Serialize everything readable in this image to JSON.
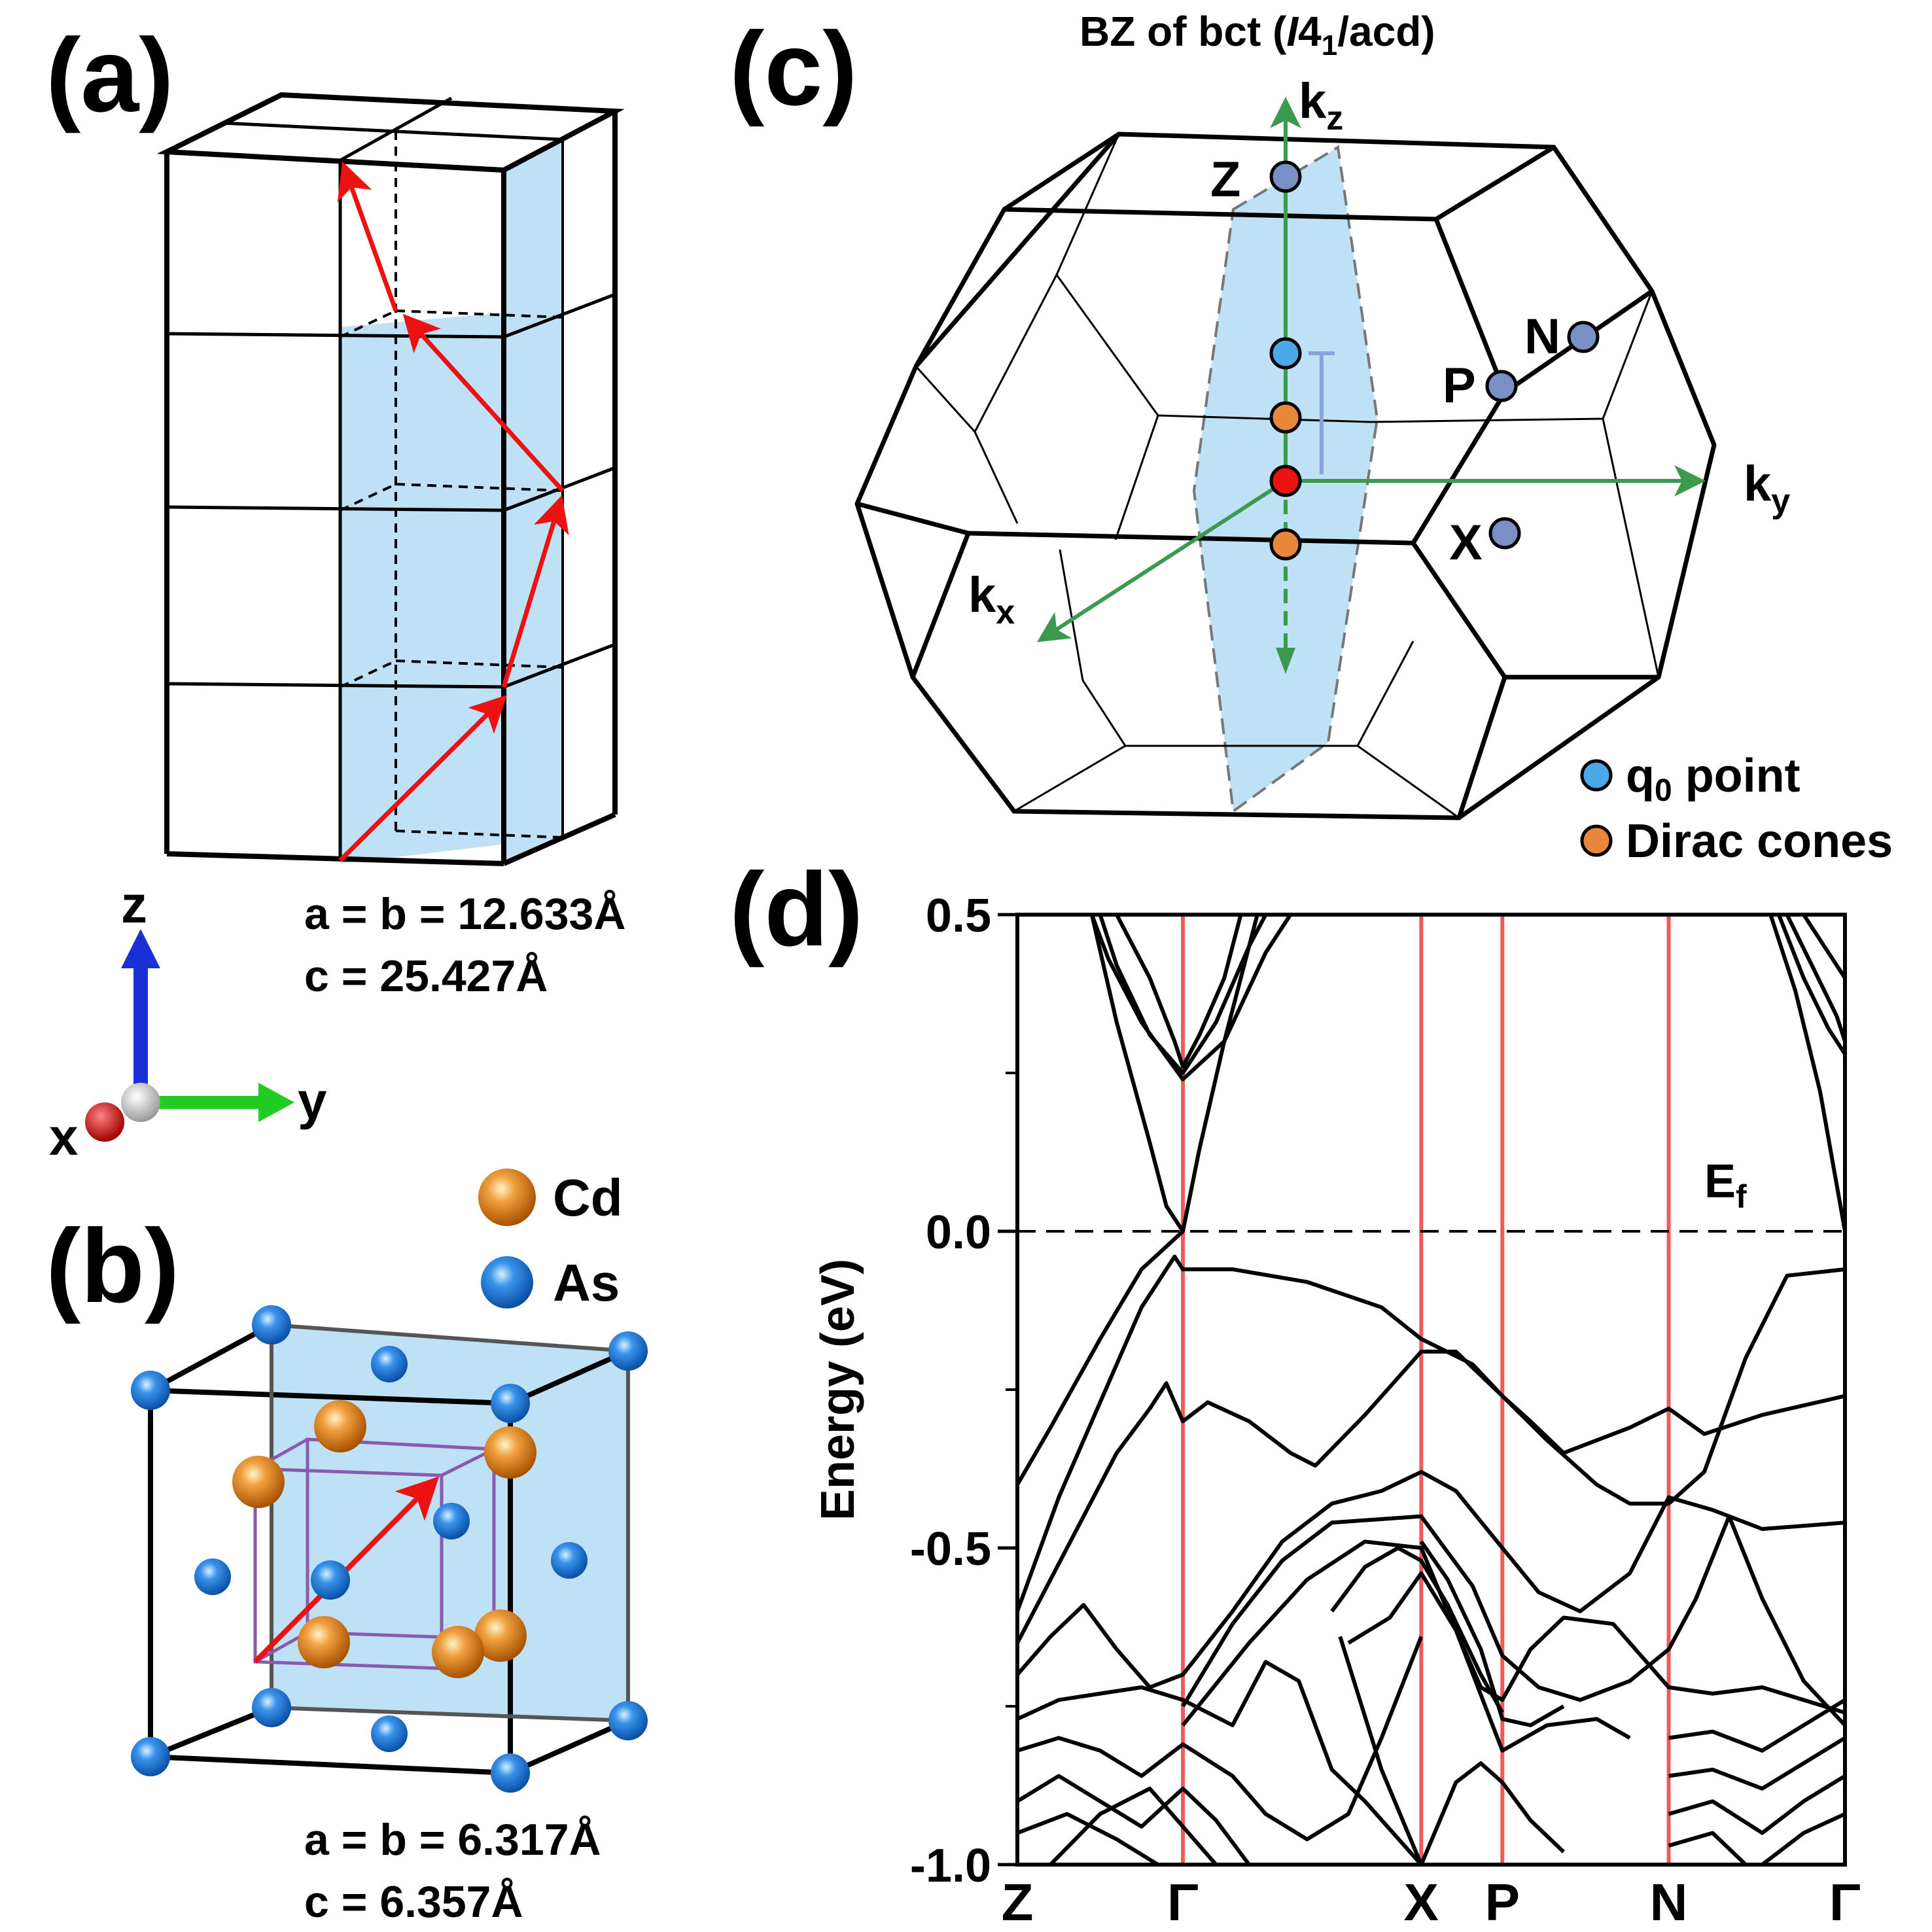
{
  "panels": {
    "a": {
      "label": "(a)",
      "params": [
        "a = b = 12.633Å",
        "c = 25.427Å"
      ],
      "axes": {
        "z": "z",
        "y": "y",
        "x": "x"
      }
    },
    "b": {
      "label": "(b)",
      "legend": [
        {
          "name": "Cd",
          "color": "#e07b10"
        },
        {
          "name": "As",
          "color": "#1a73d9"
        }
      ],
      "params": [
        "a = b = 6.317Å",
        "c = 6.357Å"
      ]
    },
    "c": {
      "label": "(c)",
      "title_pre": "BZ of bct (",
      "title_italic": "I",
      "title_mid": "4",
      "title_sub": "1",
      "title_post": "/acd)",
      "axes": {
        "kx": "k",
        "kx_sub": "x",
        "ky": "k",
        "ky_sub": "y",
        "kz": "k",
        "kz_sub": "z"
      },
      "points": {
        "Z": "Z",
        "N": "N",
        "P": "P",
        "X": "X"
      },
      "legend": [
        {
          "name_pre": "q",
          "name_sub": "0",
          "name_post": " point",
          "color": "#4aa8e8"
        },
        {
          "name_pre": "Dirac cones",
          "name_sub": "",
          "name_post": "",
          "color": "#e8873a"
        }
      ]
    },
    "d": {
      "label": "(d)",
      "ef_main": "E",
      "ef_sub": "f"
    }
  },
  "colors": {
    "highlight_plane": "#bfe1f6",
    "arrow_red": "#ee1111",
    "axis_green": "#3c9a4e",
    "point_blue": "#7b8fc7",
    "hs_line": "#f05a5a"
  },
  "chart_data": {
    "type": "line",
    "title": "",
    "xlabel": "",
    "ylabel": "Energy (eV)",
    "ylim": [
      -1.0,
      0.5
    ],
    "yticks": [
      {
        "value": 0.5,
        "label": "0.5"
      },
      {
        "value": 0.0,
        "label": "0.0"
      },
      {
        "value": -0.5,
        "label": "-0.5"
      },
      {
        "value": -1.0,
        "label": "-1.0"
      }
    ],
    "kpoints": [
      {
        "label": "Z",
        "x": 0.0
      },
      {
        "label": "Γ",
        "x": 0.2
      },
      {
        "label": "X",
        "x": 0.488
      },
      {
        "label": "P",
        "x": 0.586
      },
      {
        "label": "N",
        "x": 0.787
      },
      {
        "label": "Γ",
        "x": 1.0
      }
    ],
    "fermi_level": 0.0,
    "series": [
      {
        "values": [
          [
            0.09,
            0.5
          ],
          [
            0.11,
            0.43
          ],
          [
            0.15,
            0.33
          ],
          [
            0.2,
            0.24
          ],
          [
            0.25,
            0.3
          ],
          [
            0.3,
            0.44
          ],
          [
            0.33,
            0.5
          ]
        ]
      },
      {
        "values": [
          [
            0.1,
            0.5
          ],
          [
            0.12,
            0.42
          ],
          [
            0.16,
            0.31
          ],
          [
            0.2,
            0.25
          ],
          [
            0.24,
            0.33
          ],
          [
            0.28,
            0.45
          ],
          [
            0.3,
            0.5
          ]
        ]
      },
      {
        "values": [
          [
            0.12,
            0.5
          ],
          [
            0.16,
            0.4
          ],
          [
            0.19,
            0.3
          ],
          [
            0.2,
            0.26
          ],
          [
            0.22,
            0.31
          ],
          [
            0.25,
            0.4
          ],
          [
            0.27,
            0.5
          ]
        ]
      },
      {
        "values": [
          [
            0.09,
            0.5
          ],
          [
            0.12,
            0.33
          ],
          [
            0.16,
            0.14
          ],
          [
            0.18,
            0.04
          ],
          [
            0.2,
            0.0
          ],
          [
            0.22,
            0.13
          ],
          [
            0.25,
            0.3
          ],
          [
            0.29,
            0.5
          ]
        ]
      },
      {
        "values": [
          [
            0.0,
            -0.4
          ],
          [
            0.04,
            -0.31
          ],
          [
            0.1,
            -0.17
          ],
          [
            0.15,
            -0.06
          ],
          [
            0.2,
            0.0
          ]
        ]
      },
      {
        "values": [
          [
            0.0,
            -0.6
          ],
          [
            0.05,
            -0.42
          ],
          [
            0.1,
            -0.27
          ],
          [
            0.15,
            -0.12
          ],
          [
            0.19,
            -0.04
          ],
          [
            0.2,
            -0.06
          ],
          [
            0.26,
            -0.06
          ],
          [
            0.35,
            -0.08
          ],
          [
            0.44,
            -0.12
          ],
          [
            0.488,
            -0.17
          ],
          [
            0.55,
            -0.21
          ],
          [
            0.586,
            -0.26
          ],
          [
            0.64,
            -0.33
          ],
          [
            0.7,
            -0.4
          ],
          [
            0.74,
            -0.43
          ],
          [
            0.787,
            -0.43
          ],
          [
            0.83,
            -0.38
          ],
          [
            0.88,
            -0.2
          ],
          [
            0.93,
            -0.07
          ],
          [
            1.0,
            -0.06
          ]
        ]
      },
      {
        "values": [
          [
            0.0,
            -0.65
          ],
          [
            0.06,
            -0.5
          ],
          [
            0.12,
            -0.35
          ],
          [
            0.16,
            -0.28
          ],
          [
            0.18,
            -0.24
          ],
          [
            0.2,
            -0.3
          ],
          [
            0.23,
            -0.27
          ],
          [
            0.28,
            -0.3
          ],
          [
            0.33,
            -0.35
          ],
          [
            0.36,
            -0.37
          ],
          [
            0.42,
            -0.29
          ],
          [
            0.488,
            -0.19
          ],
          [
            0.53,
            -0.19
          ],
          [
            0.586,
            -0.26
          ],
          [
            0.62,
            -0.3
          ],
          [
            0.66,
            -0.35
          ],
          [
            0.7,
            -0.33
          ],
          [
            0.74,
            -0.31
          ],
          [
            0.787,
            -0.28
          ],
          [
            0.83,
            -0.32
          ],
          [
            0.9,
            -0.29
          ],
          [
            1.0,
            -0.26
          ]
        ]
      },
      {
        "values": [
          [
            0.0,
            -0.7
          ],
          [
            0.04,
            -0.64
          ],
          [
            0.08,
            -0.59
          ],
          [
            0.12,
            -0.66
          ],
          [
            0.16,
            -0.72
          ],
          [
            0.2,
            -0.7
          ],
          [
            0.26,
            -0.6
          ],
          [
            0.32,
            -0.49
          ],
          [
            0.38,
            -0.43
          ],
          [
            0.44,
            -0.41
          ],
          [
            0.488,
            -0.38
          ],
          [
            0.53,
            -0.41
          ],
          [
            0.586,
            -0.5
          ],
          [
            0.63,
            -0.57
          ],
          [
            0.68,
            -0.6
          ],
          [
            0.74,
            -0.54
          ],
          [
            0.787,
            -0.42
          ],
          [
            0.84,
            -0.44
          ],
          [
            0.9,
            -0.47
          ],
          [
            1.0,
            -0.46
          ]
        ]
      },
      {
        "values": [
          [
            0.2,
            -0.75
          ],
          [
            0.26,
            -0.62
          ],
          [
            0.32,
            -0.52
          ],
          [
            0.38,
            -0.46
          ],
          [
            0.488,
            -0.45
          ],
          [
            0.55,
            -0.56
          ],
          [
            0.586,
            -0.67
          ],
          [
            0.63,
            -0.72
          ],
          [
            0.68,
            -0.74
          ],
          [
            0.74,
            -0.71
          ],
          [
            0.787,
            -0.66
          ],
          [
            0.82,
            -0.58
          ],
          [
            0.86,
            -0.45
          ],
          [
            0.9,
            -0.58
          ],
          [
            0.95,
            -0.71
          ],
          [
            1.0,
            -0.78
          ]
        ]
      },
      {
        "values": [
          [
            0.2,
            -0.78
          ],
          [
            0.28,
            -0.65
          ],
          [
            0.35,
            -0.55
          ],
          [
            0.42,
            -0.49
          ],
          [
            0.488,
            -0.5
          ],
          [
            0.52,
            -0.6
          ],
          [
            0.56,
            -0.72
          ],
          [
            0.586,
            -0.74
          ],
          [
            0.62,
            -0.66
          ],
          [
            0.66,
            -0.61
          ],
          [
            0.72,
            -0.62
          ],
          [
            0.787,
            -0.72
          ],
          [
            0.84,
            -0.73
          ],
          [
            0.9,
            -0.72
          ],
          [
            1.0,
            -0.76
          ]
        ]
      },
      {
        "values": [
          [
            0.0,
            -0.77
          ],
          [
            0.05,
            -0.74
          ],
          [
            0.1,
            -0.73
          ],
          [
            0.15,
            -0.72
          ],
          [
            0.2,
            -0.74
          ],
          [
            0.26,
            -0.78
          ],
          [
            0.3,
            -0.68
          ],
          [
            0.34,
            -0.71
          ],
          [
            0.38,
            -0.85
          ],
          [
            0.42,
            -0.9
          ],
          [
            0.488,
            -1.0
          ]
        ]
      },
      {
        "values": [
          [
            0.38,
            -0.6
          ],
          [
            0.42,
            -0.53
          ],
          [
            0.46,
            -0.5
          ],
          [
            0.488,
            -0.52
          ],
          [
            0.52,
            -0.59
          ],
          [
            0.56,
            -0.7
          ],
          [
            0.586,
            -0.76
          ]
        ]
      },
      {
        "values": [
          [
            0.488,
            -0.49
          ],
          [
            0.52,
            -0.55
          ],
          [
            0.56,
            -0.66
          ],
          [
            0.586,
            -0.77
          ],
          [
            0.62,
            -0.78
          ],
          [
            0.66,
            -0.75
          ]
        ]
      },
      {
        "values": [
          [
            0.4,
            -0.65
          ],
          [
            0.45,
            -0.61
          ],
          [
            0.488,
            -0.54
          ],
          [
            0.53,
            -0.63
          ],
          [
            0.586,
            -0.82
          ],
          [
            0.64,
            -0.78
          ],
          [
            0.7,
            -0.77
          ],
          [
            0.74,
            -0.8
          ]
        ]
      },
      {
        "values": [
          [
            0.39,
            -0.64
          ],
          [
            0.44,
            -0.85
          ],
          [
            0.488,
            -1.0
          ],
          [
            0.53,
            -0.87
          ],
          [
            0.56,
            -0.84
          ],
          [
            0.586,
            -0.87
          ],
          [
            0.62,
            -0.93
          ],
          [
            0.66,
            -0.98
          ]
        ]
      },
      {
        "values": [
          [
            0.0,
            -0.82
          ],
          [
            0.05,
            -0.8
          ],
          [
            0.1,
            -0.82
          ],
          [
            0.15,
            -0.86
          ],
          [
            0.2,
            -0.81
          ],
          [
            0.26,
            -0.86
          ],
          [
            0.3,
            -0.92
          ],
          [
            0.35,
            -0.96
          ],
          [
            0.4,
            -0.92
          ],
          [
            0.44,
            -0.8
          ],
          [
            0.488,
            -0.64
          ]
        ]
      },
      {
        "values": [
          [
            0.0,
            -0.9
          ],
          [
            0.05,
            -0.86
          ],
          [
            0.1,
            -0.9
          ],
          [
            0.15,
            -0.94
          ],
          [
            0.2,
            -0.88
          ],
          [
            0.24,
            -0.93
          ],
          [
            0.28,
            -1.0
          ]
        ]
      },
      {
        "values": [
          [
            0.0,
            -0.95
          ],
          [
            0.06,
            -0.92
          ],
          [
            0.12,
            -0.96
          ],
          [
            0.17,
            -1.0
          ]
        ]
      },
      {
        "values": [
          [
            0.04,
            -1.0
          ],
          [
            0.1,
            -0.92
          ],
          [
            0.16,
            -0.88
          ],
          [
            0.2,
            -0.94
          ],
          [
            0.24,
            -1.0
          ]
        ]
      },
      {
        "values": [
          [
            0.787,
            -0.8
          ],
          [
            0.84,
            -0.79
          ],
          [
            0.9,
            -0.82
          ],
          [
            0.95,
            -0.78
          ],
          [
            1.0,
            -0.74
          ]
        ]
      },
      {
        "values": [
          [
            0.787,
            -0.86
          ],
          [
            0.84,
            -0.85
          ],
          [
            0.9,
            -0.88
          ],
          [
            0.95,
            -0.84
          ],
          [
            1.0,
            -0.8
          ]
        ]
      },
      {
        "values": [
          [
            0.787,
            -0.92
          ],
          [
            0.84,
            -0.9
          ],
          [
            0.9,
            -0.95
          ],
          [
            0.95,
            -0.9
          ],
          [
            1.0,
            -0.86
          ]
        ]
      },
      {
        "values": [
          [
            0.787,
            -0.97
          ],
          [
            0.84,
            -0.95
          ],
          [
            0.88,
            -1.0
          ]
        ]
      },
      {
        "values": [
          [
            0.9,
            -1.0
          ],
          [
            0.95,
            -0.95
          ],
          [
            1.0,
            -0.92
          ]
        ]
      },
      {
        "values": [
          [
            0.91,
            0.5
          ],
          [
            0.94,
            0.38
          ],
          [
            0.97,
            0.22
          ],
          [
            1.0,
            0.0
          ]
        ]
      },
      {
        "values": [
          [
            0.92,
            0.5
          ],
          [
            0.95,
            0.4
          ],
          [
            0.98,
            0.32
          ],
          [
            1.0,
            0.28
          ]
        ]
      },
      {
        "values": [
          [
            0.93,
            0.5
          ],
          [
            0.96,
            0.42
          ],
          [
            0.99,
            0.34
          ],
          [
            1.0,
            0.3
          ]
        ]
      },
      {
        "values": [
          [
            0.95,
            0.5
          ],
          [
            0.98,
            0.44
          ],
          [
            1.0,
            0.4
          ]
        ]
      }
    ]
  }
}
